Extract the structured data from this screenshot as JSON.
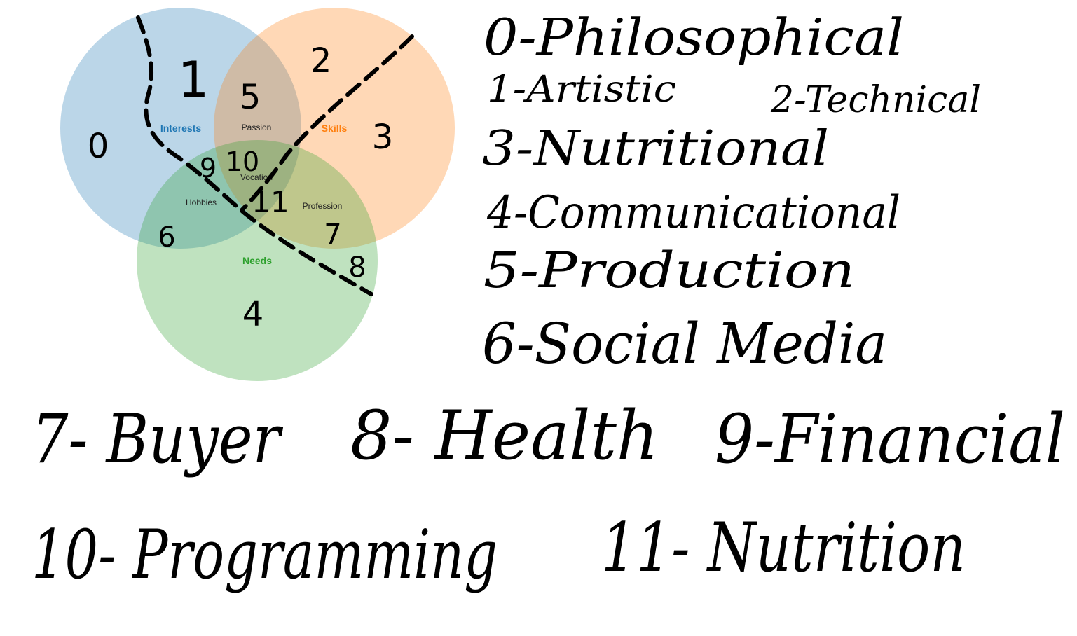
{
  "diagram": {
    "circles": {
      "interests": {
        "label": "Interests",
        "fill": "#1f77b4",
        "label_color": "#1f77b4"
      },
      "skills": {
        "label": "Skills",
        "fill": "#ff7f0e",
        "label_color": "#ff7f0e"
      },
      "needs": {
        "label": "Needs",
        "fill": "#2ca02c",
        "label_color": "#2ca02c"
      }
    },
    "intersections": {
      "passion": "Passion",
      "vocation": "Vocation",
      "hobbies": "Hobbies",
      "profession": "Profession"
    },
    "region_numbers": {
      "r0": "0",
      "r1": "1",
      "r2": "2",
      "r3": "3",
      "r4": "4",
      "r5": "5",
      "r6": "6",
      "r7": "7",
      "r8": "8",
      "r9": "9",
      "r10": "10",
      "r11": "11"
    }
  },
  "legend": {
    "l0": "0-Philosophical",
    "l1": "1-Artistic",
    "l2": "2-Technical",
    "l3": "3-Nutritional",
    "l4": "4-Communicational",
    "l5": "5-Production",
    "l6": "6-Social Media",
    "l7": "7- Buyer",
    "l8": "8- Health",
    "l9": "9-Financial",
    "l10": "10- Programming",
    "l11": "11- Nutrition"
  }
}
